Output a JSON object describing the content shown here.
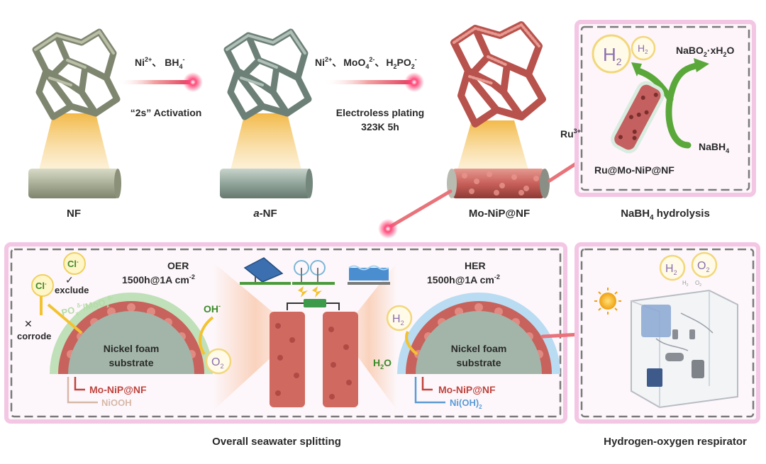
{
  "labels": {
    "nf": "NF",
    "a_prefix": "a",
    "a_suffix": "-NF",
    "mo_nip_nf": "Mo-NiP@NF",
    "nabh4_hydrolysis": "NaBH",
    "nabh4_hydrolysis_sub": "4",
    "nabh4_hydrolysis_rest": " hydrolysis",
    "overall_seawater": "Overall seawater splitting",
    "respirator": "Hydrogen-oxygen respirator"
  },
  "step1": {
    "reagent_ni": "Ni",
    "reagent_ni_sup": "2+",
    "sep": "、",
    "reagent_bh": "BH",
    "reagent_bh_sub": "4",
    "reagent_bh_sup": "-",
    "caption": "“2s” Activation"
  },
  "step2": {
    "reagent_ni": "Ni",
    "reagent_ni_sup": "2+",
    "sep1": "、",
    "reagent_mo": "MoO",
    "reagent_mo_sub": "4",
    "reagent_mo_sup": "2-",
    "sep2": "、",
    "reagent_h": "H",
    "reagent_h_sub1": "2",
    "reagent_h_mid": "PO",
    "reagent_h_sub2": "2",
    "reagent_h_sup": "-",
    "caption1": "Electroless plating",
    "caption2": "323K 5h"
  },
  "hydrolysis": {
    "h2_big": "H",
    "h2_big_sub": "2",
    "h2_small": "H",
    "h2_small_sub": "2",
    "nabo2": "NaBO",
    "nabo2_sub": "2",
    "nabo2_rest": "·xH",
    "nabo2_sub2": "2",
    "nabo2_end": "O",
    "nabh4": "NaBH",
    "nabh4_sub": "4",
    "ru": "Ru",
    "ru_sup": "3+",
    "catalyst": "Ru@Mo-NiP@NF"
  },
  "oer": {
    "title": "OER",
    "rate": "1500h@1A cm",
    "rate_sup": "-2",
    "cl1": "Cl",
    "cl1_sup": "-",
    "cl2": "Cl",
    "cl2_sup": "-",
    "exclude": "exclude",
    "corrode": "corrode",
    "po": "PO",
    "po_sub": "x",
    "po_sup": "δ-",
    "slash": "/MoO",
    "mo_sub": "x",
    "mo_sup": "δ-",
    "oh": "OH",
    "oh_sup": "-",
    "o2": "O",
    "o2_sub": "2",
    "substrate1": "Nickel foam",
    "substrate2": "substrate",
    "layer": "Mo-NiP@NF",
    "product": "NiOOH"
  },
  "her": {
    "title": "HER",
    "rate": "1500h@1A cm",
    "rate_sup": "-2",
    "h2": "H",
    "h2_sub": "2",
    "h2o": "H",
    "h2o_sub": "2",
    "h2o_end": "O",
    "substrate1": "Nickel foam",
    "substrate2": "substrate",
    "layer": "Mo-NiP@NF",
    "product": "Ni(OH)",
    "product_sub": "2"
  },
  "respirator": {
    "h2": "H",
    "h2_sub": "2",
    "o2": "O",
    "o2_sub": "2",
    "h2_small": "H",
    "h2_small_sub": "2",
    "o2_small": "O",
    "o2_small_sub": "2"
  },
  "colors": {
    "foam_gray": "#a9ad96",
    "foam_green": "#8fa39a",
    "foam_red": "#c9625c",
    "box_border": "#7a7a7a",
    "box_glow": "#f3c6e4",
    "arrow_green": "#5aa83a",
    "text_red": "#c0443e",
    "text_blue": "#5b9bd5",
    "yellow": "#f2c230"
  }
}
